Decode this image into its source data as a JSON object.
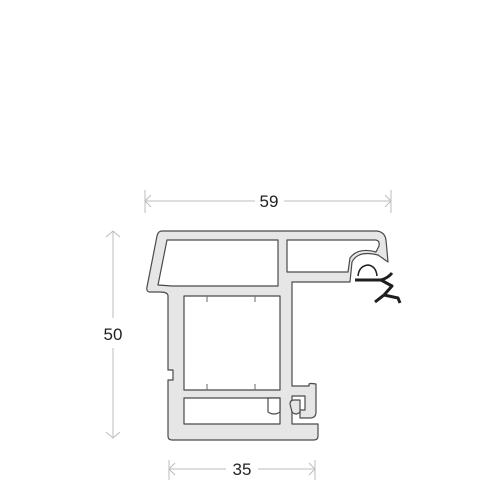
{
  "dimensions": {
    "top_width": "59",
    "height": "50",
    "bottom_width": "35"
  },
  "colors": {
    "background": "#ffffff",
    "profile_fill": "#e6e6e6",
    "profile_stroke": "#4a4a4a",
    "dimension_line": "#bdbdbd",
    "gasket": "#1e1e1e",
    "text": "#222222"
  }
}
